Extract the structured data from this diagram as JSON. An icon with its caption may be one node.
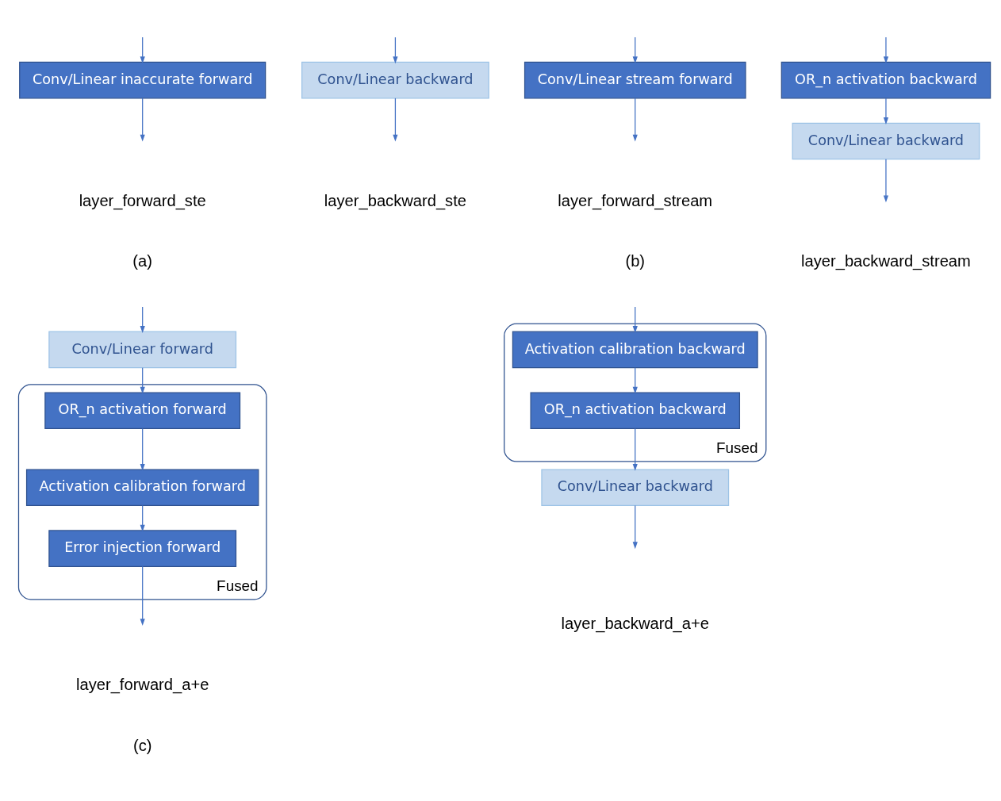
{
  "diagram": {
    "nodes": [
      {
        "text": [
          "Conv/Linear inaccurate forward"
        ]
      },
      {
        "text": [
          "Conv/Linear backward"
        ]
      },
      {
        "text": [
          "Conv/Linear stream forward"
        ]
      },
      {
        "text": [
          "Conv/Linear backward"
        ]
      },
      {
        "text": [
          "OR_n activation backward"
        ]
      },
      {
        "text": [
          "Conv/Linear forward"
        ]
      },
      {
        "text": [
          "Fused"
        ]
      },
      {
        "text": [
          "OR_n activation forward"
        ],
        "in": 6
      },
      {
        "text": [
          "Activation calibration forward"
        ],
        "in": 6
      },
      {
        "text": [
          "Error injection forward"
        ],
        "in": 6
      },
      {
        "text": [
          "Conv/Linear backward"
        ]
      },
      {
        "text": [
          "Fused"
        ]
      },
      {
        "text": [
          "OR_n activation backward"
        ],
        "in": 11
      },
      {
        "text": [
          "Activation calibration backward"
        ],
        "in": 11
      }
    ],
    "edges": [
      {
        "from": 0,
        "to": null,
        "arrow": "to"
      },
      {
        "from": null,
        "to": 0,
        "arrow": "to"
      },
      {
        "from": 1,
        "to": null,
        "arrow": "to"
      },
      {
        "from": null,
        "to": 1,
        "arrow": "to"
      },
      {
        "from": 2,
        "to": null,
        "arrow": "to"
      },
      {
        "from": null,
        "to": 2,
        "arrow": "to"
      },
      {
        "from": null,
        "to": 4,
        "arrow": "to"
      },
      {
        "from": 4,
        "to": 3,
        "arrow": "to"
      },
      {
        "from": 3,
        "to": null,
        "arrow": "to"
      },
      {
        "from": null,
        "to": 5,
        "arrow": "to"
      },
      {
        "from": 5,
        "to": 7,
        "arrow": "to"
      },
      {
        "from": 7,
        "to": 8,
        "arrow": "to"
      },
      {
        "from": 8,
        "to": 9,
        "arrow": "to"
      },
      {
        "from": 9,
        "to": null,
        "arrow": "to"
      },
      {
        "from": null,
        "to": 13,
        "arrow": "to"
      },
      {
        "from": 13,
        "to": 12,
        "arrow": "to"
      },
      {
        "from": 12,
        "to": 10,
        "arrow": "to"
      },
      {
        "from": 10,
        "to": null,
        "arrow": "to"
      }
    ],
    "labels": [
      "layer_forward_ste",
      "layer_backward_ste",
      "(a)",
      "layer_forward_stream",
      "layer_backward_stream",
      "(b)",
      "layer_forward_a+e",
      "layer_backward_a+e",
      "(c)"
    ]
  }
}
